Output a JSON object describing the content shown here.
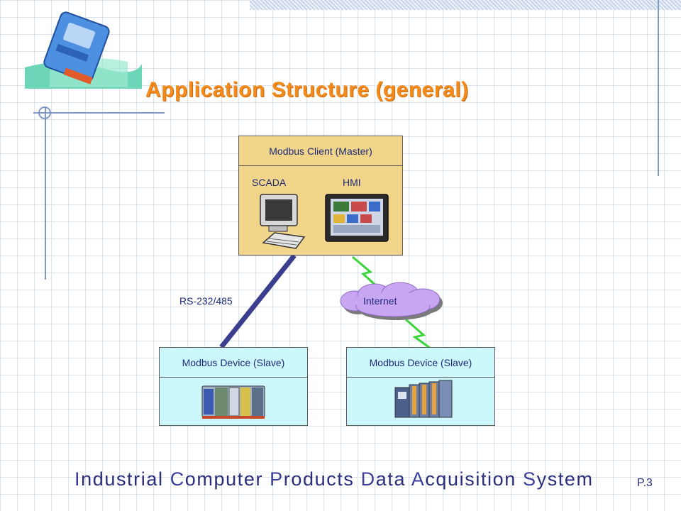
{
  "slide": {
    "title": "Application Structure (general)",
    "page_label": "P.3"
  },
  "diagram": {
    "client": {
      "header": "Modbus Client (Master)",
      "scada_label": "SCADA",
      "hmi_label": "HMI"
    },
    "connection_serial_label": "RS-232/485",
    "internet_label": "Internet",
    "slave_left": {
      "header": "Modbus Device (Slave)"
    },
    "slave_right": {
      "header": "Modbus Device (Slave)"
    }
  },
  "footer": {
    "words": [
      {
        "initial": "I",
        "rest": "ndustrial"
      },
      {
        "initial": "C",
        "rest": "omputer"
      },
      {
        "initial": "P",
        "rest": "roducts"
      },
      {
        "initial": "D",
        "rest": "ata"
      },
      {
        "initial": "A",
        "rest": "cquisition"
      },
      {
        "initial": "S",
        "rest": "ystem"
      }
    ]
  },
  "colors": {
    "title": "#f28a1c",
    "client_fill": "#f1d58a",
    "slave_fill": "#ccf7fb",
    "serial_line": "#3b3d8f",
    "wireless_bolt": "#39d539"
  }
}
